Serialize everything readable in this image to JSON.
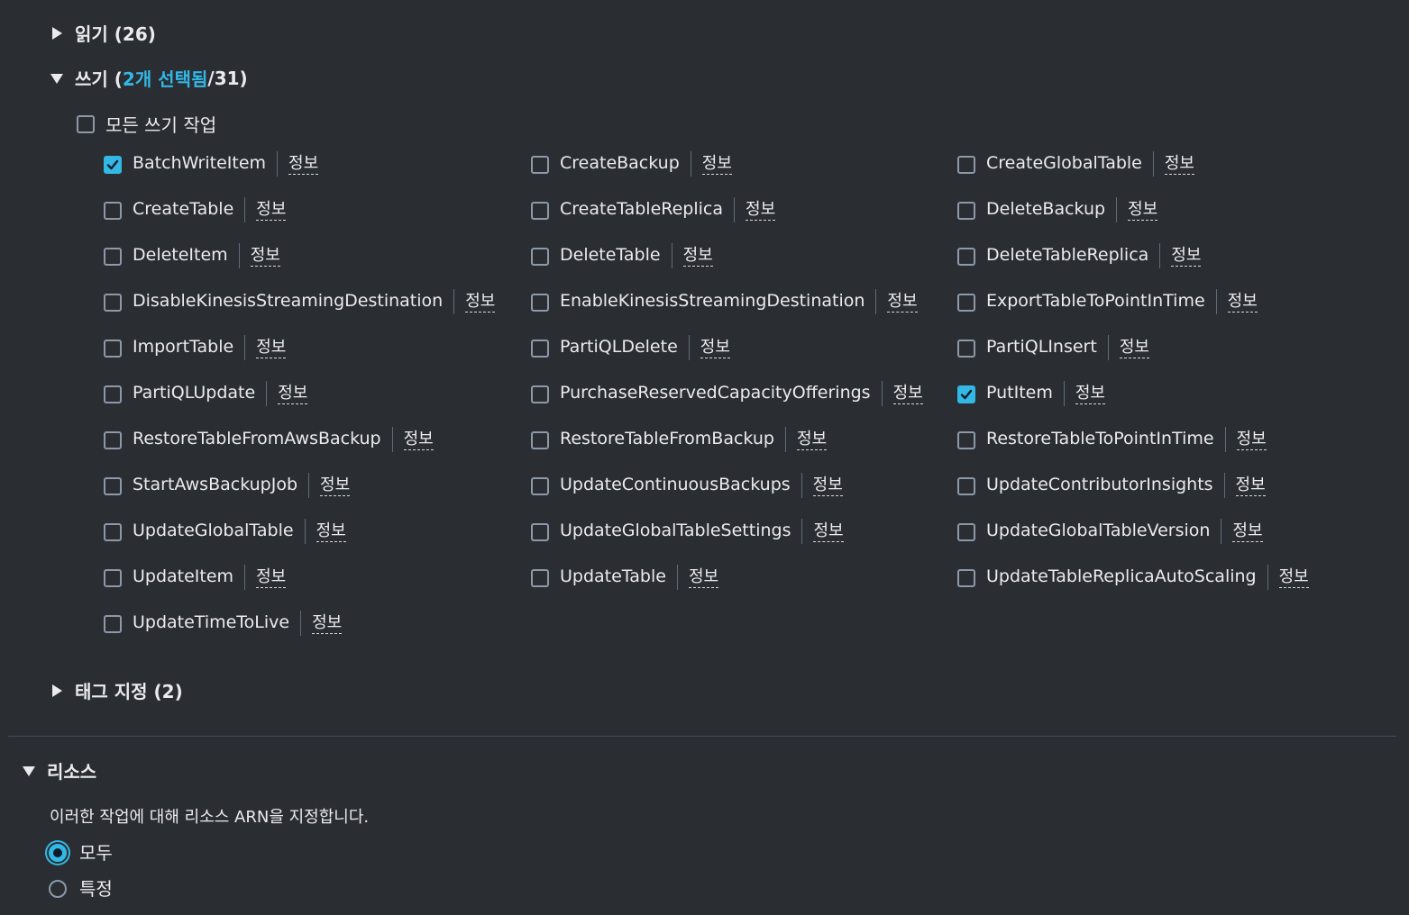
{
  "sections": {
    "read": {
      "label": "읽기 (26)"
    },
    "write": {
      "prefix": "쓰기 (",
      "selected": "2개 선택됨",
      "suffix": "/31)"
    },
    "tagging": {
      "label": "태그 지정 (2)"
    },
    "resources": {
      "label": "리소스"
    }
  },
  "all_write_label": "모든 쓰기 작업",
  "info_label": "정보",
  "write_actions": [
    [
      {
        "name": "BatchWriteItem",
        "checked": true
      },
      {
        "name": "CreateTable",
        "checked": false
      },
      {
        "name": "DeleteItem",
        "checked": false
      },
      {
        "name": "DisableKinesisStreamingDestination",
        "checked": false
      },
      {
        "name": "ImportTable",
        "checked": false
      },
      {
        "name": "PartiQLUpdate",
        "checked": false
      },
      {
        "name": "RestoreTableFromAwsBackup",
        "checked": false
      },
      {
        "name": "StartAwsBackupJob",
        "checked": false
      },
      {
        "name": "UpdateGlobalTable",
        "checked": false
      },
      {
        "name": "UpdateItem",
        "checked": false
      },
      {
        "name": "UpdateTimeToLive",
        "checked": false
      }
    ],
    [
      {
        "name": "CreateBackup",
        "checked": false
      },
      {
        "name": "CreateTableReplica",
        "checked": false
      },
      {
        "name": "DeleteTable",
        "checked": false
      },
      {
        "name": "EnableKinesisStreamingDestination",
        "checked": false
      },
      {
        "name": "PartiQLDelete",
        "checked": false
      },
      {
        "name": "PurchaseReservedCapacityOfferings",
        "checked": false
      },
      {
        "name": "RestoreTableFromBackup",
        "checked": false
      },
      {
        "name": "UpdateContinuousBackups",
        "checked": false
      },
      {
        "name": "UpdateGlobalTableSettings",
        "checked": false
      },
      {
        "name": "UpdateTable",
        "checked": false
      }
    ],
    [
      {
        "name": "CreateGlobalTable",
        "checked": false
      },
      {
        "name": "DeleteBackup",
        "checked": false
      },
      {
        "name": "DeleteTableReplica",
        "checked": false
      },
      {
        "name": "ExportTableToPointInTime",
        "checked": false
      },
      {
        "name": "PartiQLInsert",
        "checked": false
      },
      {
        "name": "PutItem",
        "checked": true
      },
      {
        "name": "RestoreTableToPointInTime",
        "checked": false
      },
      {
        "name": "UpdateContributorInsights",
        "checked": false
      },
      {
        "name": "UpdateGlobalTableVersion",
        "checked": false
      },
      {
        "name": "UpdateTableReplicaAutoScaling",
        "checked": false
      }
    ]
  ],
  "resources": {
    "description": "이러한 작업에 대해 리소스 ARN을 지정합니다.",
    "options": [
      {
        "label": "모두",
        "checked": true
      },
      {
        "label": "특정",
        "checked": false
      }
    ]
  },
  "colors": {
    "accent": "#33b8e5",
    "background": "#2a2e33",
    "text": "#e9ebed"
  }
}
